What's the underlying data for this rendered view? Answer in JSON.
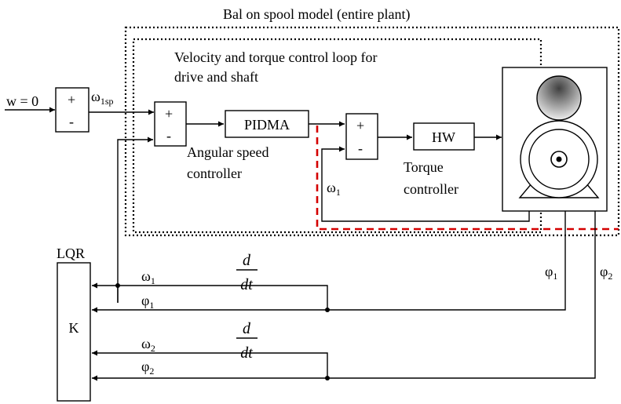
{
  "plant_title": "Bal on spool model (entire plant)",
  "loop_title_line1": "Velocity and torque control loop for",
  "loop_title_line2": "drive and shaft",
  "input_label": "w = 0",
  "sum_plus": "+",
  "sum_minus": "-",
  "omega1sp_symbol": "ω",
  "omega1sp_sub": "1sp",
  "pidma_label": "PIDMA",
  "pidma_caption_line1": "Angular speed",
  "pidma_caption_line2": "controller",
  "hw_label": "HW",
  "hw_caption_line1": "Torque",
  "hw_caption_line2": "controller",
  "omega1_feedback_symbol": "ω",
  "omega1_feedback_sub": "1",
  "lqr_label": "LQR",
  "k_label": "K",
  "deriv_num": "d",
  "deriv_den": "dt",
  "omega1_symbol": "ω",
  "omega1_sub": "1",
  "phi1_symbol": "φ",
  "phi1_sub": "1",
  "omega2_symbol": "ω",
  "omega2_sub": "2",
  "phi2_symbol": "φ",
  "phi2_sub": "2",
  "phi1_right_symbol": "φ",
  "phi1_right_sub": "1",
  "phi2_right_symbol": "φ",
  "phi2_right_sub": "2",
  "colors": {
    "line": "#000000",
    "dashed_boundary": "#d40000",
    "ball_dark": "#404040",
    "ball_light": "#f0f0f0"
  }
}
